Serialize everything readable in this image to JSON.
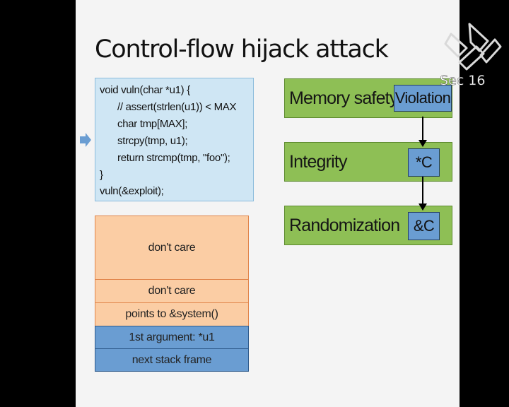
{
  "slide": {
    "title": "Control-flow hijack attack"
  },
  "code": {
    "lines": [
      "void vuln(char *u1) {",
      "// assert(strlen(u1)) < MAX",
      "char tmp[MAX];",
      "strcpy(tmp, u1);",
      "return strcmp(tmp, \"foo\");",
      "}",
      "vuln(&exploit);"
    ]
  },
  "stack": {
    "cells": [
      "don't care",
      "don't care",
      "points to &system()",
      "1st argument: *u1",
      "next stack frame"
    ]
  },
  "defenses": [
    {
      "label": "Memory safety",
      "tag": "Violation"
    },
    {
      "label": "Integrity",
      "tag": "*C"
    },
    {
      "label": "Randomization",
      "tag": "&C"
    }
  ],
  "logo": {
    "text": "Sec 16",
    "icon": "usenix-security-logo"
  },
  "colors": {
    "code_box": "#cfe6f4",
    "stack_orange": "#fbcda4",
    "stack_blue": "#6a9dd2",
    "defense_green": "#8ebf55",
    "tag_blue": "#6a9dd2"
  }
}
